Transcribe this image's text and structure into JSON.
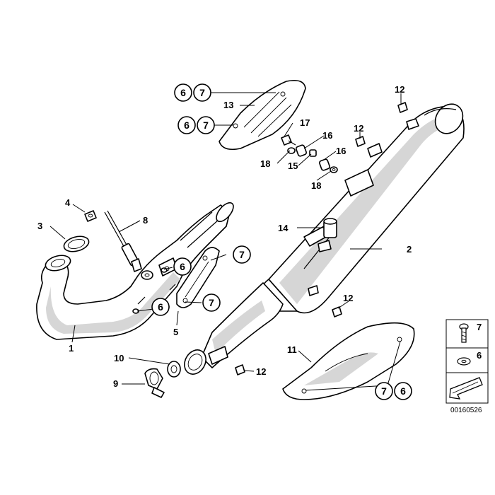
{
  "callouts": {
    "c1": "1",
    "c2": "2",
    "c3": "3",
    "c4": "4",
    "c5": "5",
    "c6a": "6",
    "c7a": "7",
    "c6b": "6",
    "c7b": "7",
    "c6c": "6",
    "c7c": "7",
    "c6d": "6",
    "c7d": "7",
    "c7e": "7",
    "c6e": "6",
    "c8": "8",
    "c9": "9",
    "c10": "10",
    "c11": "11",
    "c12a": "12",
    "c12b": "12",
    "c12c": "12",
    "c12d": "12",
    "c13": "13",
    "c14": "14",
    "c15": "15",
    "c16a": "16",
    "c16b": "16",
    "c17": "17",
    "c18a": "18",
    "c18b": "18"
  },
  "legend": {
    "screw": "7",
    "washer": "6"
  },
  "diagram_code": "00160526",
  "icons": [
    "screw-icon",
    "washer-icon",
    "arrow-icon"
  ]
}
